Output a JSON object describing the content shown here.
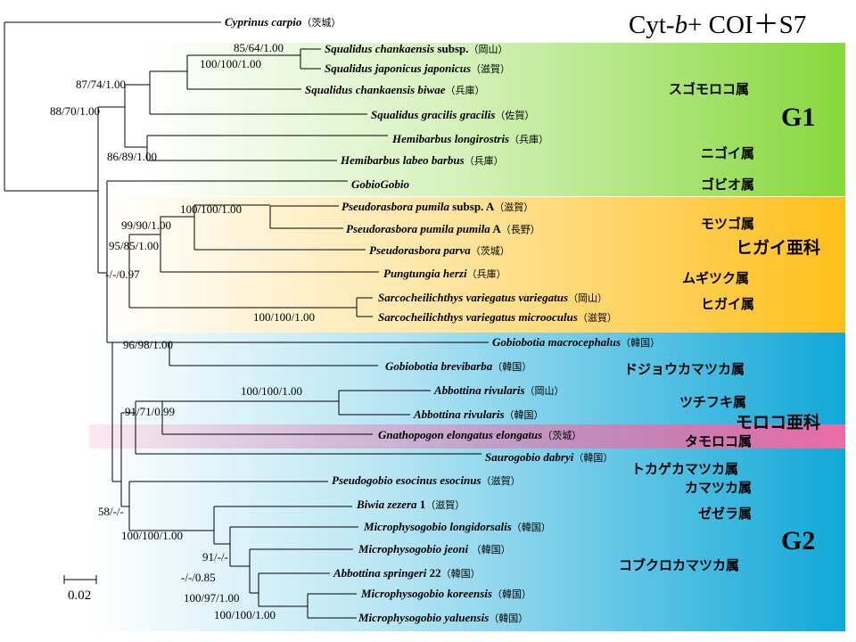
{
  "title": {
    "prefix": "Cyt-",
    "italic": "b",
    "suffix": "+ COI＋S7"
  },
  "colors": {
    "g1_band": "#86d83c",
    "hig_band": "#ffbf1a",
    "g2_band": "#10a8d8",
    "tamo_band": "#ee6ba6",
    "line": "#000000"
  },
  "scale_bar": {
    "label": "0.02"
  },
  "groups": {
    "g1": "G1",
    "g2": "G2"
  },
  "families": {
    "higai": "ヒガイ亜科",
    "moroko": "モロコ亜科"
  },
  "genera": {
    "squalidus": "スゴモロコ属",
    "hemibarbus": "ニゴイ属",
    "gobio": "ゴビオ属",
    "pseudorasbora": "モツゴ属",
    "pungtungia": "ムギツク属",
    "sarcocheilichthys": "ヒガイ属",
    "gobiobotia": "ドジョウカマツカ属",
    "abbottina": "ツチフキ属",
    "gnathopogon": "タモロコ属",
    "saurogobio": "トカゲカマツカ属",
    "pseudogobio": "カマツカ属",
    "biwia": "ゼゼラ属",
    "microphysogobio": "コブクロカマツカ属"
  },
  "taxa": [
    {
      "name": "Cyprinus carpio",
      "extra": "",
      "loc": "（茨城）"
    },
    {
      "name": "Squalidus chankaensis",
      "extra": " subsp.",
      "loc": "（岡山）"
    },
    {
      "name": "Squalidus japonicus japonicus",
      "extra": "",
      "loc": "（滋賀）"
    },
    {
      "name": "Squalidus chankaensis biwae",
      "extra": "",
      "loc": "（兵庫）"
    },
    {
      "name": "Squalidus gracilis gracilis",
      "extra": "",
      "loc": "（佐賀）"
    },
    {
      "name": "Hemibarbus longirostris",
      "extra": "",
      "loc": "（兵庫）"
    },
    {
      "name": "Hemibarbus labeo barbus",
      "extra": "",
      "loc": "（兵庫）"
    },
    {
      "name": "GobioGobio",
      "extra": "",
      "loc": ""
    },
    {
      "name": "Pseudorasbora pumila",
      "extra": " subsp. A",
      "loc": "（滋賀）"
    },
    {
      "name": "Pseudorasbora pumila pumila",
      "extra": " A",
      "loc": "（長野）"
    },
    {
      "name": "Pseudorasbora parva",
      "extra": "",
      "loc": "（茨城）"
    },
    {
      "name": "Pungtungia herzi",
      "extra": "",
      "loc": "（兵庫）"
    },
    {
      "name": "Sarcocheilichthys variegatus variegatus",
      "extra": "",
      "loc": "（岡山）"
    },
    {
      "name": "Sarcocheilichthys variegatus microoculus",
      "extra": "",
      "loc": "（滋賀）"
    },
    {
      "name": "Gobiobotia macrocephalus",
      "extra": "",
      "loc": "（韓国）"
    },
    {
      "name": "Gobiobotia brevibarba",
      "extra": "",
      "loc": "（韓国）"
    },
    {
      "name": "Abbottina rivularis",
      "extra": "",
      "loc": "（岡山）"
    },
    {
      "name": "Abbottina rivularis",
      "extra": "",
      "loc": "（韓国）"
    },
    {
      "name": "Gnathopogon elongatus elongatus",
      "extra": "",
      "loc": "（茨城）"
    },
    {
      "name": "Saurogobio dabryi",
      "extra": "",
      "loc": "（韓国）"
    },
    {
      "name": "Pseudogobio esocinus esocinus",
      "extra": "",
      "loc": "（滋賀）"
    },
    {
      "name": "Biwia zezera",
      "extra": " 1",
      "loc": "（滋賀）"
    },
    {
      "name": "Microphysogobio longidorsalis",
      "extra": "",
      "loc": "（韓国）"
    },
    {
      "name": "Microphysogobio jeoni",
      "extra": "",
      "loc": " （韓国）"
    },
    {
      "name": "Abbottina springeri",
      "extra": " 22",
      "loc": "（韓国）"
    },
    {
      "name": "Microphysogobio koreensis",
      "extra": "",
      "loc": "（韓国）"
    },
    {
      "name": "Microphysogobio yaluensis",
      "extra": "",
      "loc": "（韓国）"
    }
  ],
  "supports": [
    "85/64/1.00",
    "100/100/1.00",
    "87/74/1.00",
    "88/70/1.00",
    "86/89/1.00",
    "100/100/1.00",
    "99/90/1.00",
    "95/85/1.00",
    "-/-/0.97",
    "100/100/1.00",
    "96/98/1.00",
    "100/100/1.00",
    "91/71/0.99",
    "58/-/-",
    "100/100/1.00",
    "91/-/-",
    "-/-/0.85",
    "100/97/1.00",
    "100/100/1.00"
  ]
}
